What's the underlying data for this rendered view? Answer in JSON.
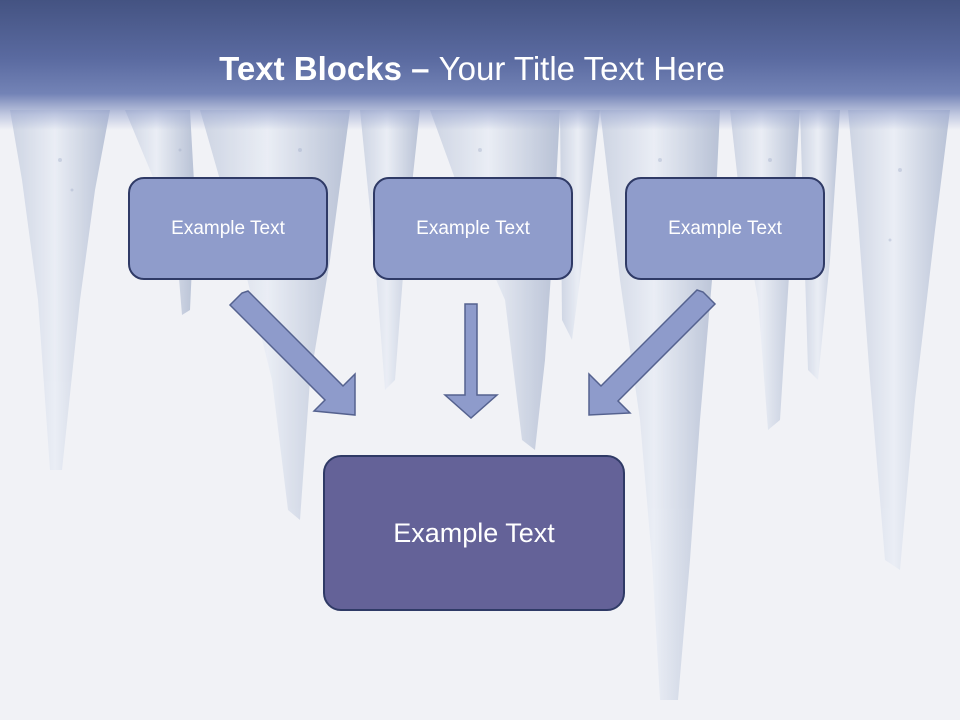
{
  "slide": {
    "title_bold": "Text Blocks",
    "title_dash": " – ",
    "title_rest": "Your Title Text Here"
  },
  "blocks": {
    "top": [
      {
        "label": "Example Text"
      },
      {
        "label": "Example Text"
      },
      {
        "label": "Example Text"
      }
    ],
    "bottom": {
      "label": "Example Text"
    }
  },
  "colors": {
    "header": "#5a6aa0",
    "small_box": "#8f9ccb",
    "big_box": "#646298",
    "border": "#2f3a66",
    "arrow_fill": "#8e9bcb",
    "arrow_stroke": "#55628f"
  }
}
